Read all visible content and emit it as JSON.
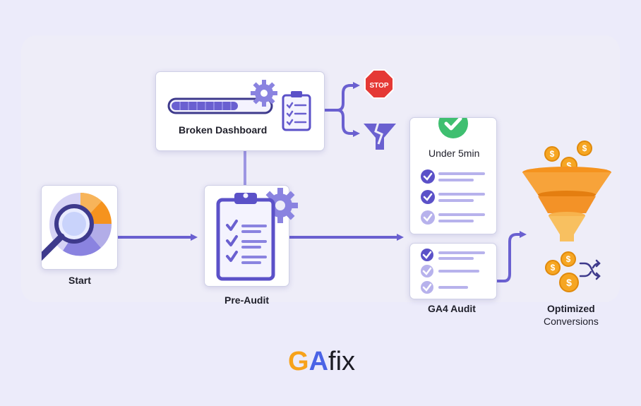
{
  "nodes": {
    "start": {
      "label": "Start"
    },
    "pre_audit": {
      "label": "Pre-Audit"
    },
    "broken_dashboard": {
      "label": "Broken Dashboard"
    },
    "ga4_audit": {
      "label": "GA4 Audit"
    },
    "under_5min": {
      "label": "Under 5min"
    },
    "optimized": {
      "label_line1": "Optimized",
      "label_line2": "Conversions"
    }
  },
  "stop_sign": {
    "text": "STOP"
  },
  "logo": {
    "part1": "G",
    "part2": "A",
    "part3": "fix"
  },
  "colors": {
    "accent": "#6a60d0",
    "accent_light": "#b7b2ec",
    "card_border": "#cfd0e6",
    "stop_red": "#e53935",
    "check_green": "#3fbf70",
    "funnel_orange": "#f5931e",
    "coin_gold": "#f6a623"
  }
}
